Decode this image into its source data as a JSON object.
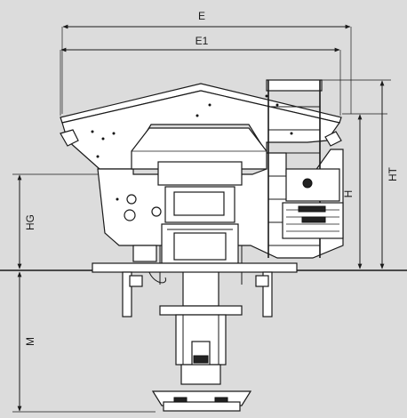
{
  "dimensions": {
    "overall_width": "E",
    "hopper_width": "E1",
    "hopper_height": "H",
    "total_height": "HT",
    "mount_height": "HG",
    "frame_height": "M"
  },
  "colors": {
    "background": "#dcdcdc",
    "line": "#1a1a1a",
    "fill": "#ffffff"
  }
}
